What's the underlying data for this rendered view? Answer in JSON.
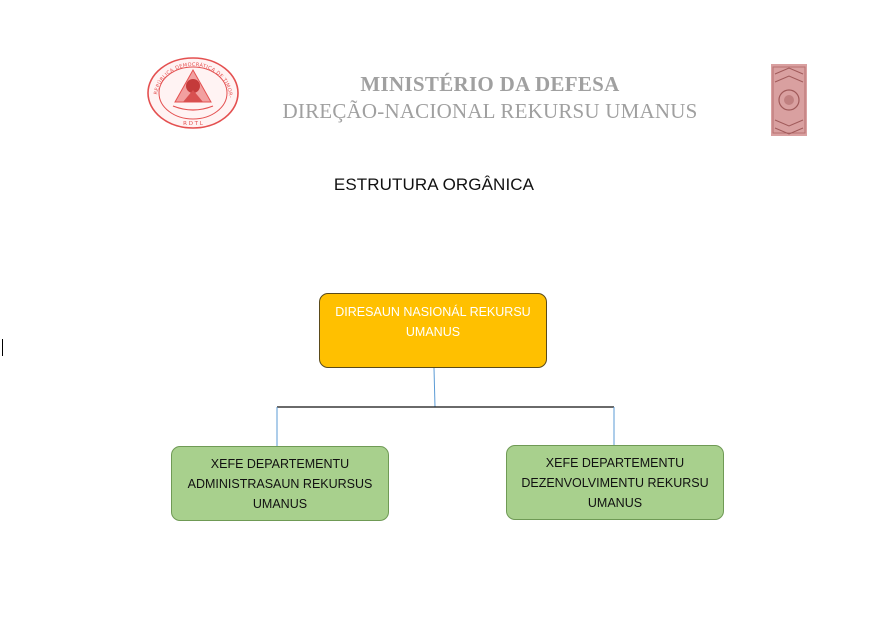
{
  "header": {
    "ministry": "MINISTÉRIO DA DEFESA",
    "directorate": "DIREÇÃO-NACIONAL REKURSU UMANUS",
    "seal_text": "REPÚBLICA DEMOCRÁTICA DE TIMOR-LESTE",
    "seal_abbrev": "R D T L"
  },
  "document": {
    "title": "ESTRUTURA ORGÂNICA"
  },
  "org_chart": {
    "top": {
      "line1": "DIRESAUN NASIONÁL REKURSU",
      "line2": "UMANUS"
    },
    "left": {
      "line1": "XEFE DEPARTEMENTU",
      "line2": "ADMINISTRASAUN REKURSUS",
      "line3": "UMANUS"
    },
    "right": {
      "line1": "XEFE DEPARTEMENTU",
      "line2": "DEZENVOLVIMENTU REKURSU",
      "line3": "UMANUS"
    }
  },
  "colors": {
    "header_text": "#a0a0a0",
    "seal": "#e45050",
    "top_box": "#ffc000",
    "sub_box": "#a8d08d",
    "connector_line": "#5b9bd5"
  },
  "icons": {
    "seal": "national-coat-of-arms",
    "tais": "tais-woven-pattern"
  }
}
